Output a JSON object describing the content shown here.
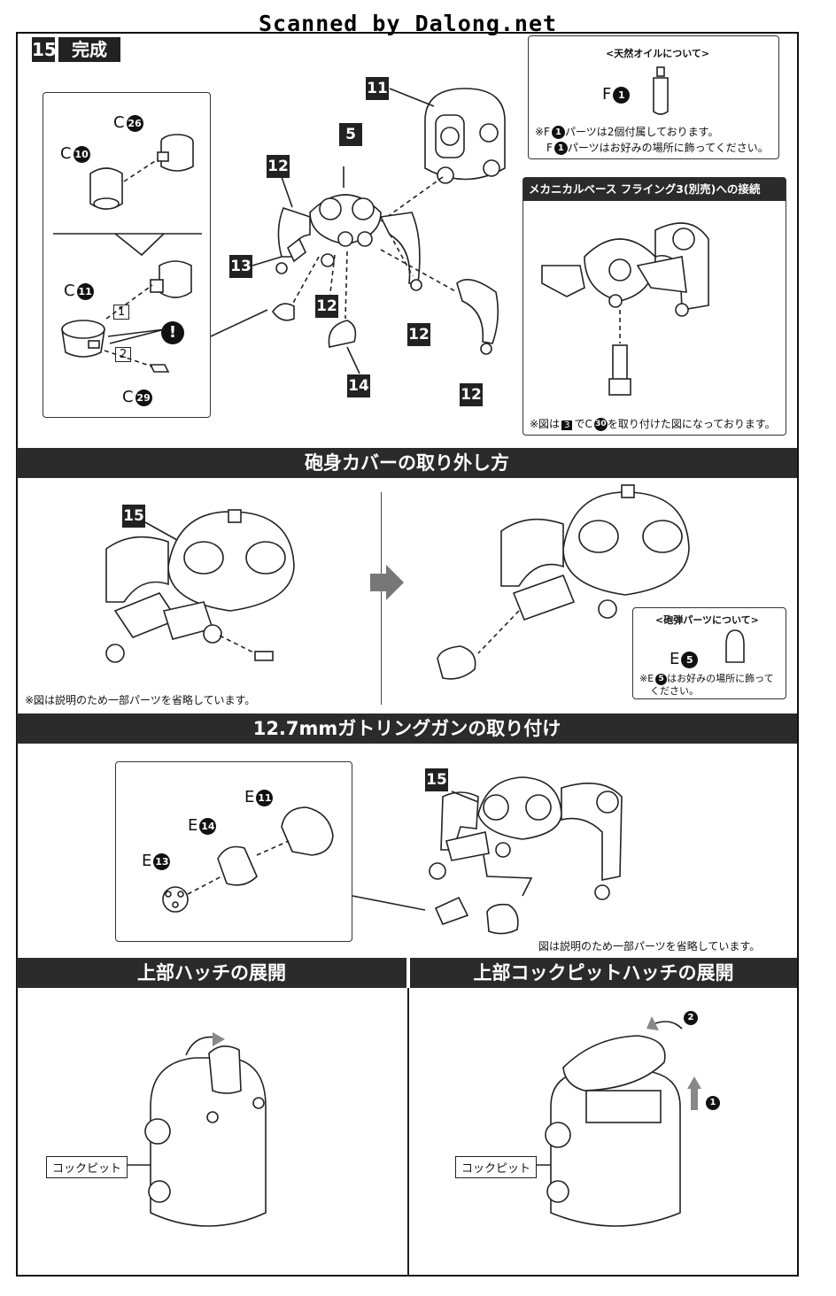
{
  "scan_credit": "Scanned by Dalong.net",
  "step": {
    "number": "15",
    "title": "完成"
  },
  "parts_inset": {
    "c26": {
      "letter": "C",
      "num": "26"
    },
    "c10": {
      "letter": "C",
      "num": "10"
    },
    "c11": {
      "letter": "C",
      "num": "11"
    },
    "c29": {
      "letter": "C",
      "num": "29"
    },
    "order1": "1",
    "order2": "2",
    "warn": "!"
  },
  "main_callouts": [
    "11",
    "5",
    "12",
    "13",
    "12",
    "12",
    "14",
    "12"
  ],
  "oil_box": {
    "title": "<天然オイルについて>",
    "part_letter": "F",
    "part_num": "1",
    "note1_prefix": "※F",
    "note1_num": "1",
    "note1_text": "パーツは2個付属しております。",
    "note2_prefix": "F",
    "note2_num": "1",
    "note2_text": "パーツはお好みの場所に飾ってください。"
  },
  "mech_box": {
    "title": "メカニカルベース フライング3(別売)への接続",
    "note_a": "※図は",
    "note_step": "3",
    "note_b": "でC",
    "note_num": "30",
    "note_c": "を取り付けた図になっております。"
  },
  "section_barrel": {
    "title": "砲身カバーの取り外し方",
    "callout": "15",
    "note": "※図は説明のため一部パーツを省略しています。"
  },
  "shell_box": {
    "title": "<砲弾パーツについて>",
    "part_letter": "E",
    "part_num": "5",
    "note_prefix": "※E",
    "note_num": "5",
    "note_line1": "はお好みの場所に飾って",
    "note_line2": "ください。"
  },
  "section_gatling": {
    "title": "12.7mmガトリングガンの取り付け",
    "e11": {
      "letter": "E",
      "num": "11"
    },
    "e14": {
      "letter": "E",
      "num": "14"
    },
    "e13": {
      "letter": "E",
      "num": "13"
    },
    "callout": "15",
    "note": "図は説明のため一部パーツを省略しています。"
  },
  "section_hatch": {
    "title": "上部ハッチの展開",
    "label": "コックピット"
  },
  "section_cockpit": {
    "title": "上部コックピットハッチの展開",
    "label": "コックピット",
    "step1": "1",
    "step2": "2"
  }
}
